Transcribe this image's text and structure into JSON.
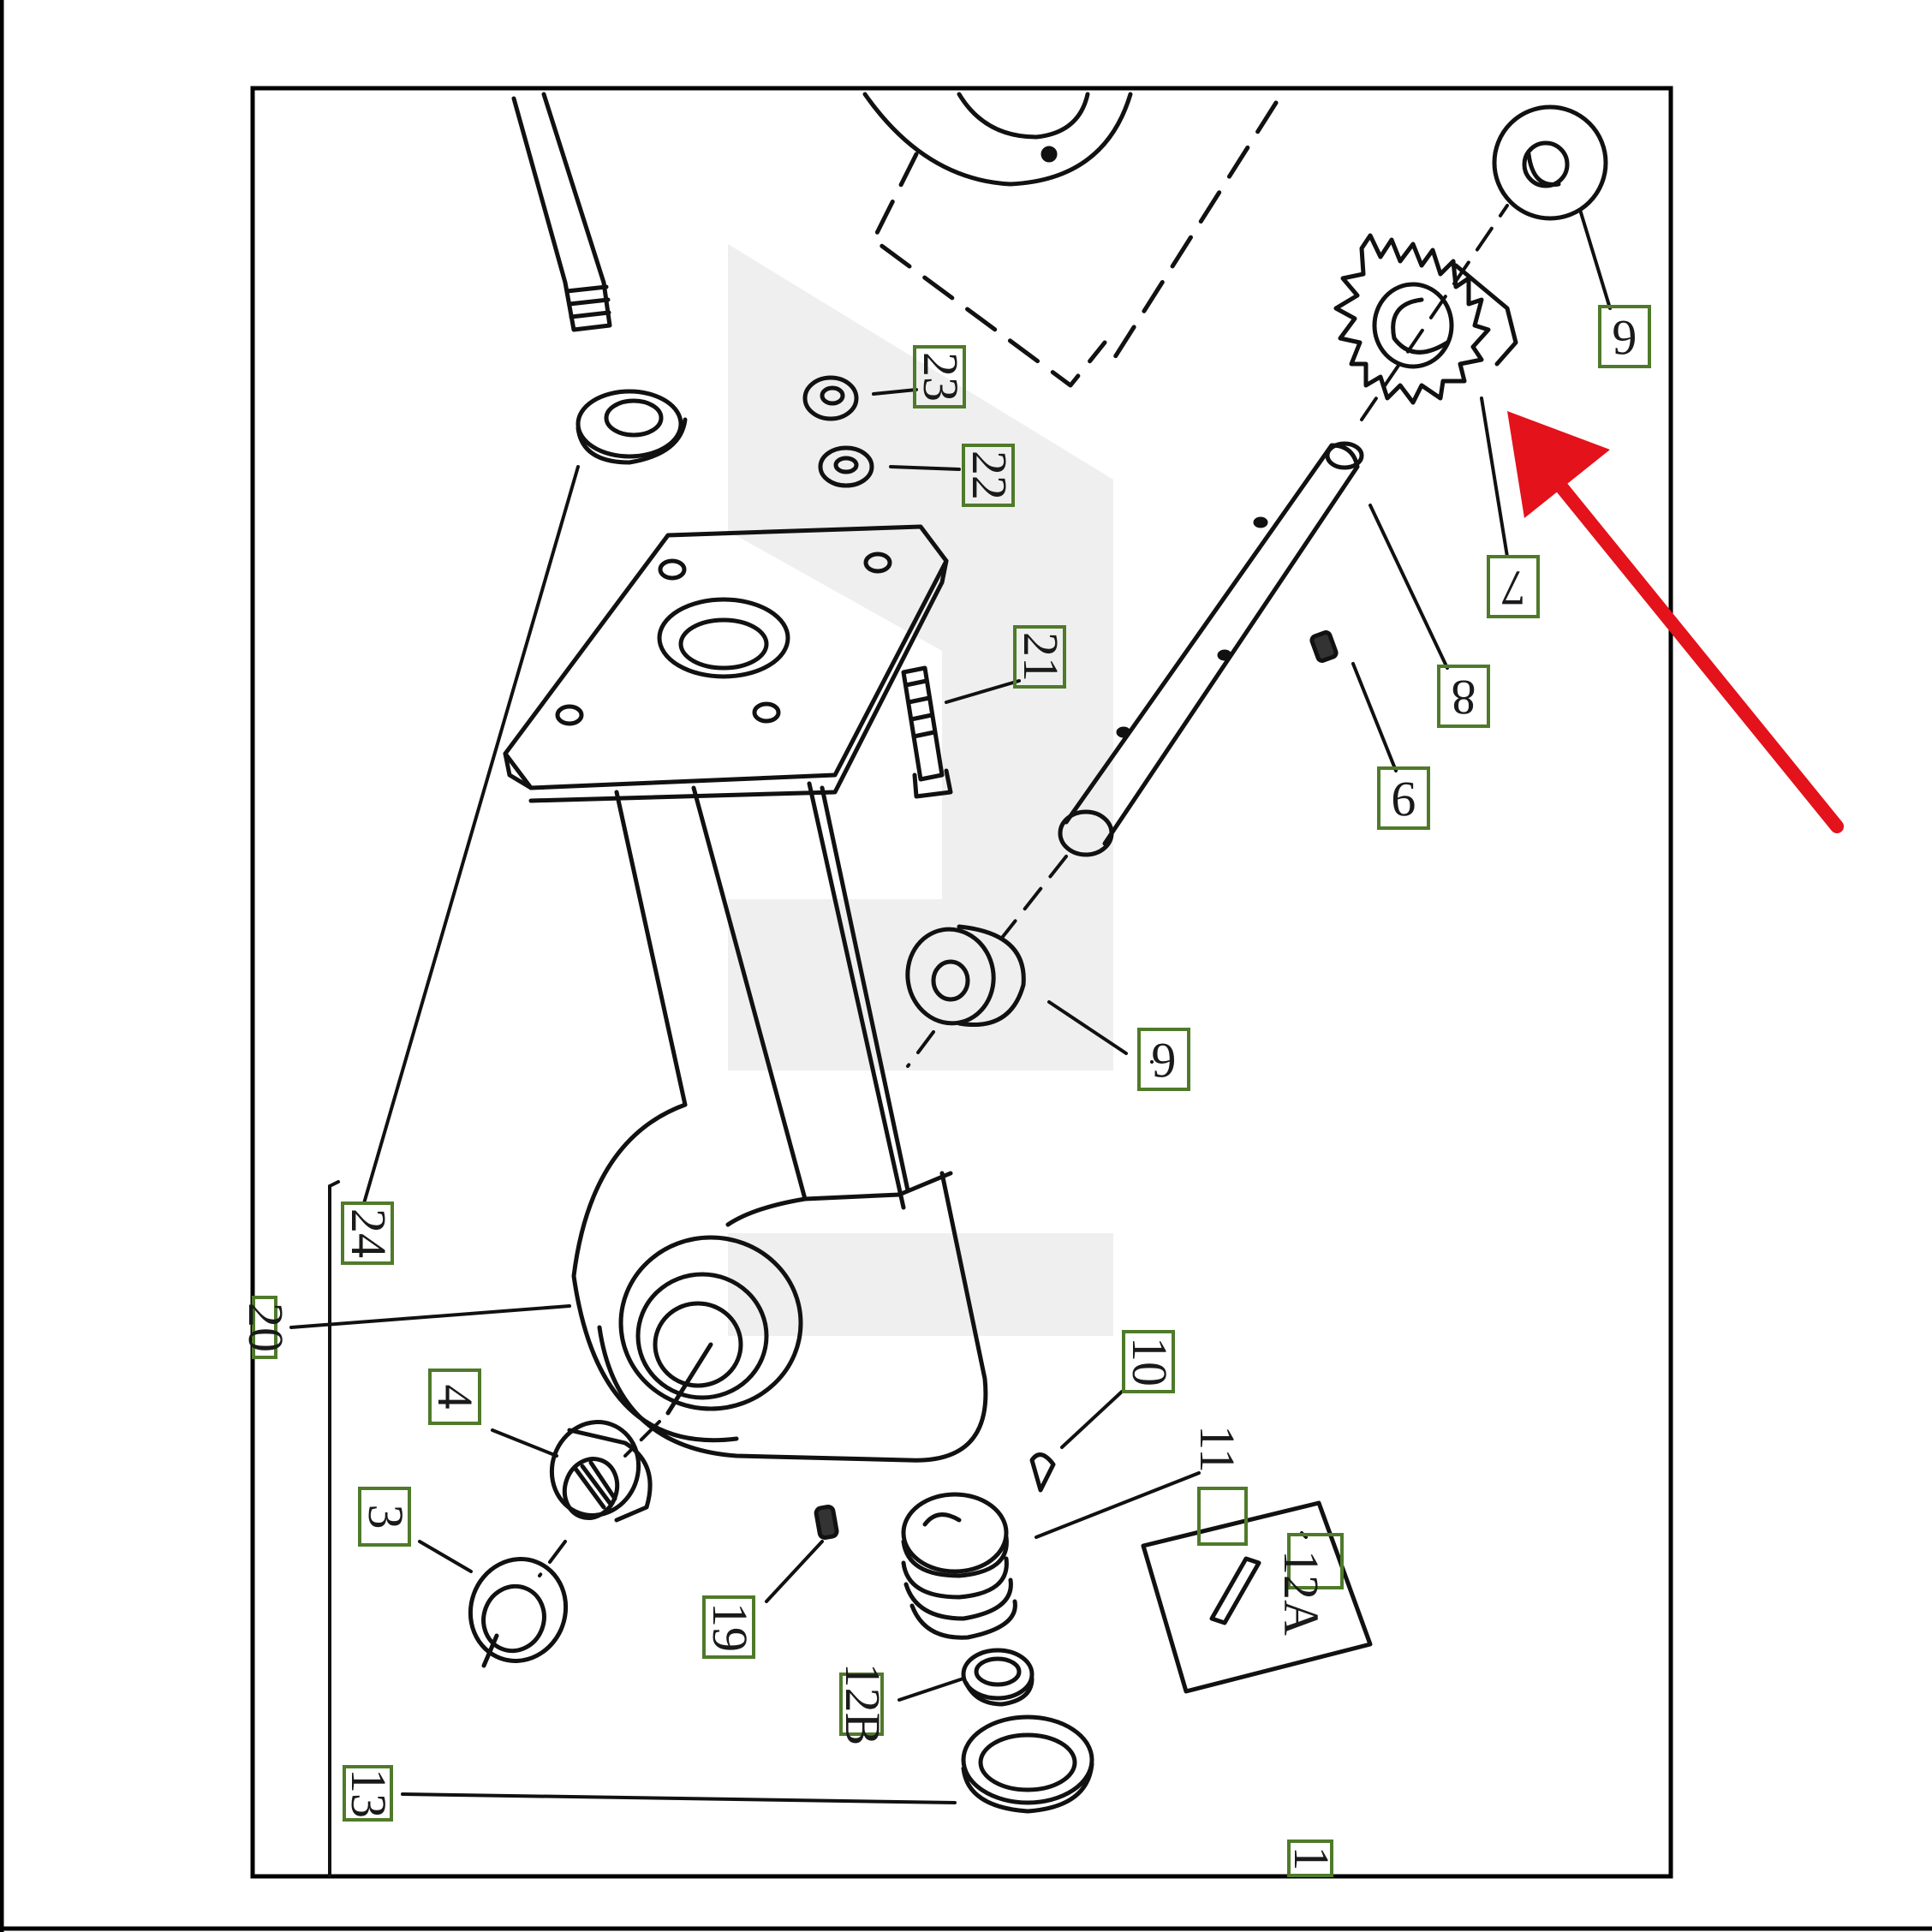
{
  "diagram": {
    "callouts": [
      {
        "id": "c6a",
        "label": "6"
      },
      {
        "id": "c7",
        "label": "7"
      },
      {
        "id": "c8",
        "label": "8"
      },
      {
        "id": "c9",
        "label": "9"
      },
      {
        "id": "c21",
        "label": "21"
      },
      {
        "id": "c22",
        "label": "22"
      },
      {
        "id": "c23",
        "label": "23"
      },
      {
        "id": "c6b",
        "label": "6"
      },
      {
        "id": "c24",
        "label": "24"
      },
      {
        "id": "c20",
        "label": "20"
      },
      {
        "id": "c4",
        "label": "4"
      },
      {
        "id": "c3",
        "label": "3"
      },
      {
        "id": "c10",
        "label": "10"
      },
      {
        "id": "c11",
        "label": "11"
      },
      {
        "id": "c12a",
        "label": "12A"
      },
      {
        "id": "c19",
        "label": "19"
      },
      {
        "id": "c12b",
        "label": "12B"
      },
      {
        "id": "c13",
        "label": "13"
      },
      {
        "id": "c1",
        "label": "1"
      }
    ],
    "colors": {
      "line": "#111111",
      "callout_box": "#4f7a2a",
      "arrow": "#e3121b",
      "watermark": "#eeeeee"
    }
  }
}
